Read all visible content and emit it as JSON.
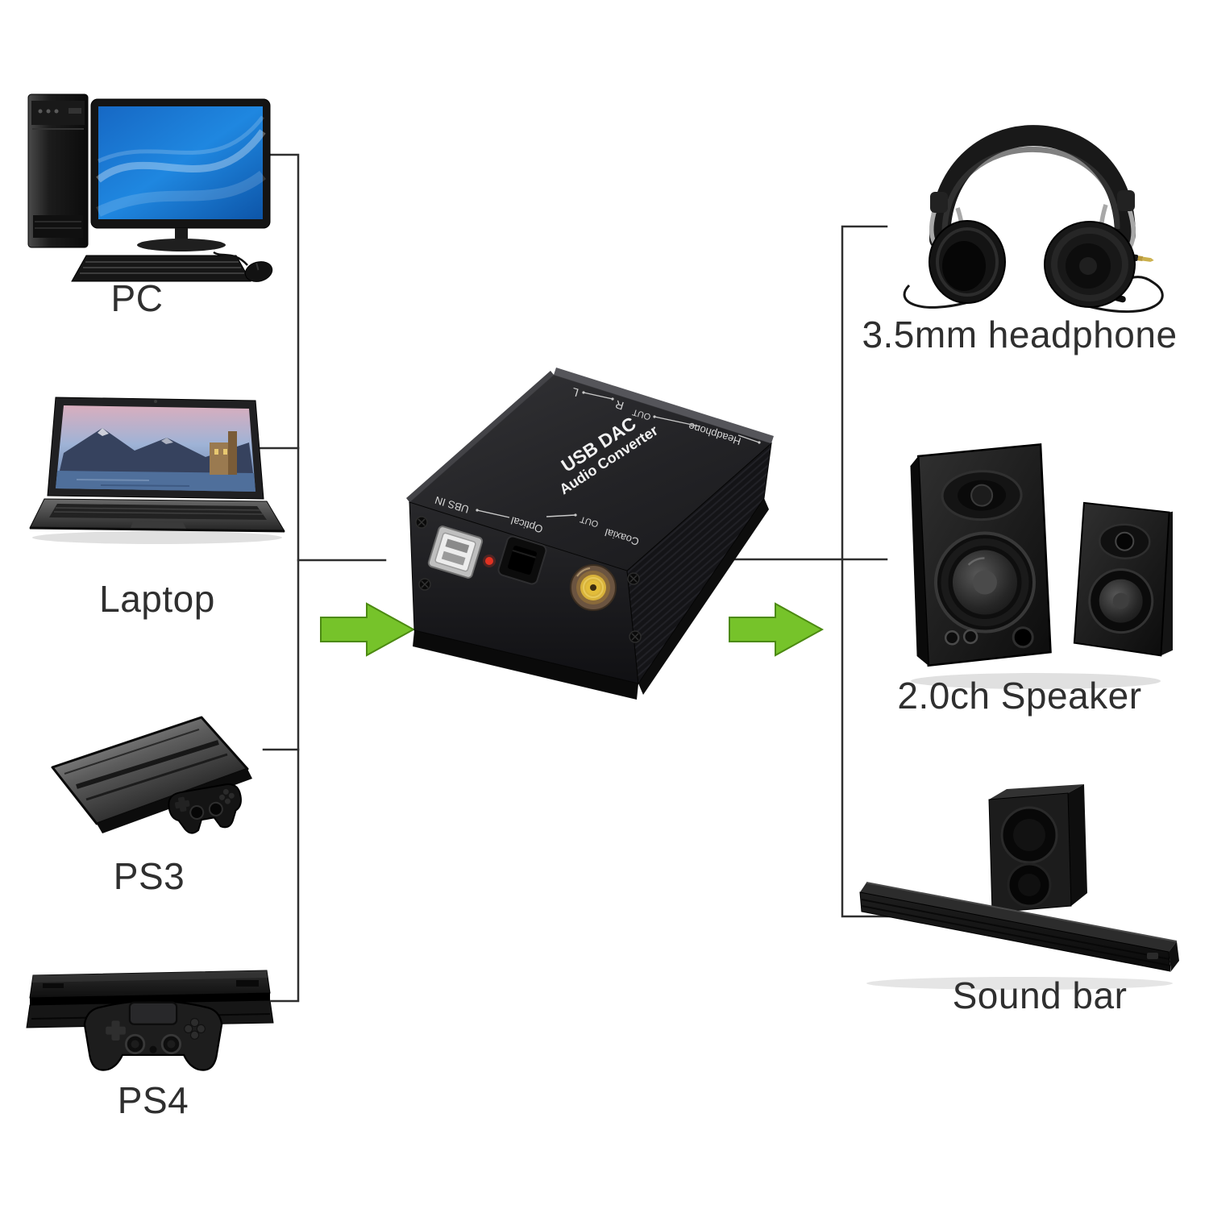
{
  "sources": [
    {
      "id": "pc",
      "label": "PC"
    },
    {
      "id": "laptop",
      "label": "Laptop"
    },
    {
      "id": "ps3",
      "label": "PS3"
    },
    {
      "id": "ps4",
      "label": "PS4"
    }
  ],
  "outputs": [
    {
      "id": "headphone",
      "label": "3.5mm headphone"
    },
    {
      "id": "speaker",
      "label": "2.0ch Speaker"
    },
    {
      "id": "soundbar",
      "label": "Sound bar"
    }
  ],
  "device": {
    "title_line1": "USB DAC",
    "title_line2": "Audio Converter",
    "labels": {
      "usb_in": "UBS IN",
      "optical": "Optical",
      "out": "OUT",
      "coaxial": "Coaxial",
      "headphone": "Headphone",
      "channel_l": "L",
      "channel_r": "R"
    }
  },
  "colors": {
    "arrow_green": "#76c32a",
    "arrow_edge": "#4c8a12",
    "connector_line": "#2f2f2f",
    "label_text": "#2f2f2f",
    "led_red": "#e23222",
    "rca_gold": "#d9b33a"
  }
}
